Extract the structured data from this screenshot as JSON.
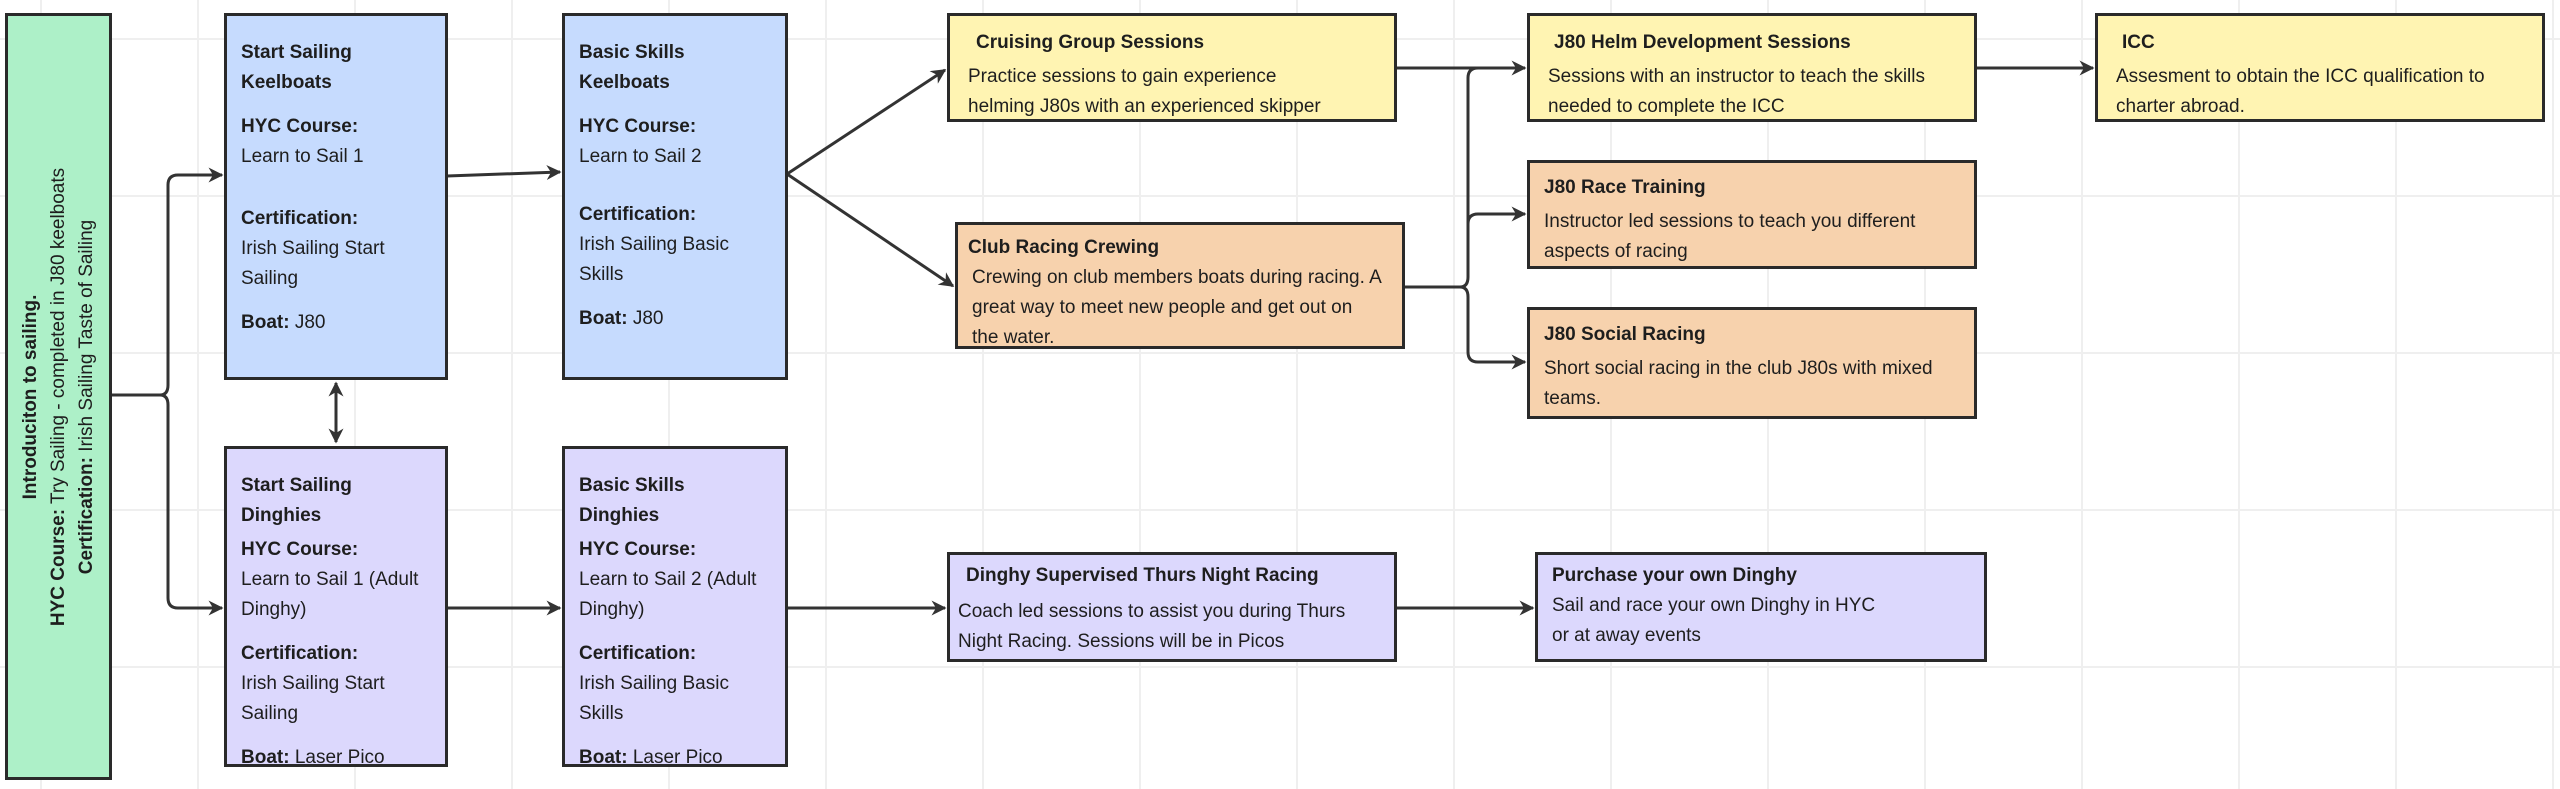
{
  "colors": {
    "intro": "#adf0c8",
    "keelboat": "#c6dbfe",
    "dinghy": "#dcd8fd",
    "cruising": "#fff4b2",
    "racing": "#f7d2ad",
    "border": "#2a2a2a"
  },
  "intro": {
    "title": "Introduciton to sailing.",
    "course_label": "HYC Course:",
    "course_value": " Try Sailing - completed in J80 keelboats",
    "cert_label": "Certification:",
    "cert_value": " Irish Sailing Taste of Sailing"
  },
  "labels": {
    "course": "HYC Course:",
    "cert": "Certification:",
    "boat": "Boat:"
  },
  "start_keelboats": {
    "title": "Start Sailing Keelboats",
    "course": "Learn to Sail 1",
    "cert": "Irish Sailing Start Sailing",
    "boat": " J80"
  },
  "basic_keelboats": {
    "title": "Basic Skills Keelboats",
    "course": "Learn to Sail 2",
    "cert": "Irish Sailing Basic Skills",
    "boat": " J80"
  },
  "start_dinghies": {
    "title": "Start Sailing Dinghies",
    "course": "Learn to Sail 1 (Adult Dinghy)",
    "cert": "Irish Sailing Start Sailing",
    "boat": " Laser Pico"
  },
  "basic_dinghies": {
    "title": "Basic Skills Dinghies",
    "course": "Learn to Sail 2 (Adult Dinghy)",
    "cert": "Irish Sailing Basic Skills",
    "boat": " Laser Pico"
  },
  "cruising": {
    "title": "Cruising Group Sessions",
    "text": "Practice sessions to gain experience helming J80s with an experienced skipper"
  },
  "club_racing": {
    "title": "Club Racing Crewing",
    "text": "Crewing on club members boats during racing. A great way to meet new people and get out on the water."
  },
  "helm_dev": {
    "title": "J80 Helm Development Sessions",
    "text": "Sessions with an instructor to teach the skills needed to complete the ICC"
  },
  "icc": {
    "title": "ICC",
    "text": "Assesment to obtain the ICC qualification to charter abroad."
  },
  "race_training": {
    "title": "J80 Race Training",
    "text": "Instructor led sessions to teach you different aspects of racing"
  },
  "social_racing": {
    "title": "J80 Social Racing",
    "text": "Short social racing in the club J80s with mixed teams."
  },
  "dinghy_racing": {
    "title": "Dinghy Supervised Thurs Night Racing",
    "text": "Coach led sessions to assist you during Thurs Night Racing. Sessions will be in Picos"
  },
  "purchase": {
    "title": "Purchase your own Dinghy",
    "text": "Sail and race your own Dinghy in HYC or at away events"
  }
}
